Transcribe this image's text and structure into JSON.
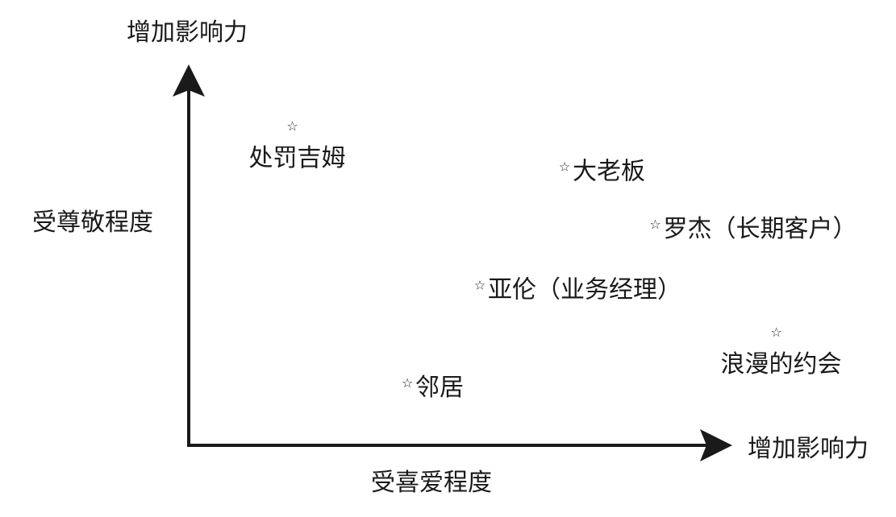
{
  "chart_data": {
    "type": "scatter",
    "x_axis": {
      "label": "受喜爱程度",
      "arrow_label": "增加影响力"
    },
    "y_axis": {
      "label": "受尊敬程度",
      "arrow_label": "增加影响力"
    },
    "xlim": [
      0,
      100
    ],
    "ylim": [
      0,
      100
    ],
    "grid": false,
    "legend": false,
    "marker": "☆",
    "points": [
      {
        "label": "处罚吉姆",
        "x": 15,
        "y": 90
      },
      {
        "label": "大老板",
        "x": 60,
        "y": 78
      },
      {
        "label": "罗杰（长期客户）",
        "x": 75,
        "y": 61
      },
      {
        "label": "亚伦（业务经理）",
        "x": 46,
        "y": 43
      },
      {
        "label": "浪漫的约会",
        "x": 95,
        "y": 29
      },
      {
        "label": "邻居",
        "x": 34,
        "y": 14
      }
    ]
  }
}
